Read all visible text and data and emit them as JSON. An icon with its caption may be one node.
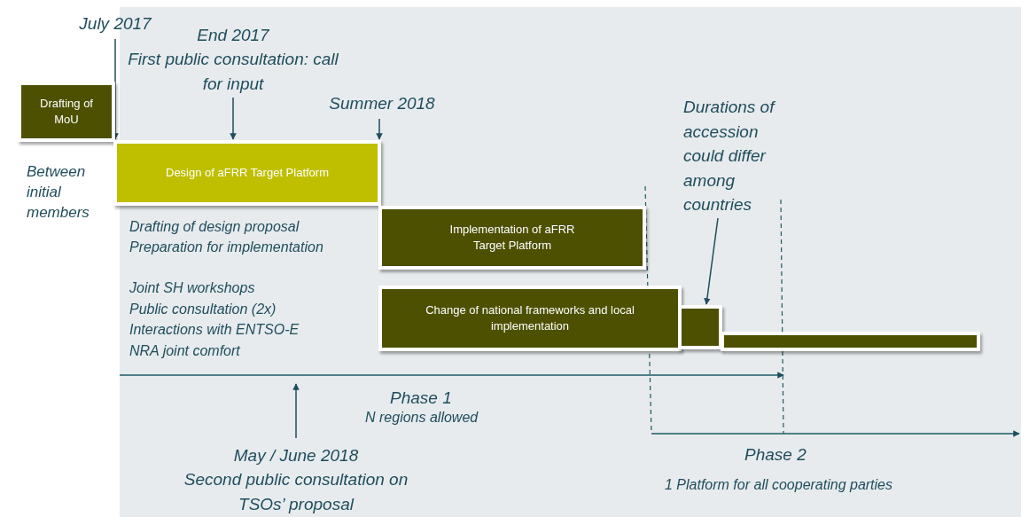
{
  "diagram": {
    "nodes": [
      {
        "text": [
          "Drafting of MoU"
        ]
      },
      {
        "text": [
          "Design of aFRR  Target Platform"
        ]
      },
      {
        "text": [
          "Implementation of aFRR  Target Platform"
        ]
      },
      {
        "text": [
          "Change of national frameworks and local implementation"
        ]
      },
      {
        "text": [],
        "shape": "bar"
      },
      {
        "text": [],
        "shape": "bar"
      },
      {
        "text": [
          "July 2017"
        ]
      },
      {
        "text": [
          "End 2017",
          "First public consultation: call for input"
        ]
      },
      {
        "text": [
          "Summer 2018"
        ]
      },
      {
        "text": [
          "Durations of accession could differ among countries"
        ]
      },
      {
        "text": [
          "May / June 2018",
          "Second public consultation on TSOs’ proposal"
        ]
      }
    ],
    "edges": [
      {
        "from": 6,
        "to": 1,
        "arrow": "to"
      },
      {
        "from": 7,
        "to": 1,
        "arrow": "to"
      },
      {
        "from": 8,
        "to": 1,
        "arrow": "to"
      },
      {
        "from": 9,
        "to": 4,
        "arrow": "to"
      },
      {
        "from": 10,
        "to": null,
        "arrow": "to"
      }
    ],
    "labels": [
      "Between initial members",
      "Drafting of design proposal",
      "Preparation for implementation",
      "Joint SH workshops",
      "Public consultation (2x)",
      "Interactions with ENTSO-E",
      "NRA joint comfort",
      "Phase 1",
      "N regions allowed",
      "Phase 2",
      "1 Platform for all cooperating parties"
    ]
  }
}
